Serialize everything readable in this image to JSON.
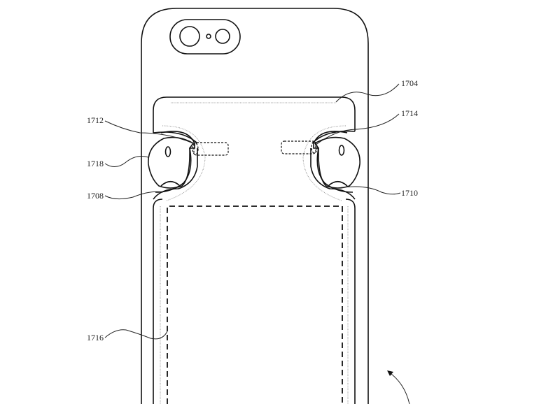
{
  "figure": {
    "description": "Patent drawing of a phone case with earbud pockets",
    "labels": {
      "case_pocket": "1704",
      "left_retention": "1712",
      "right_retention": "1714",
      "left_earbud": "1718",
      "left_cavity": "1708",
      "right_cavity": "1710",
      "device_outline": "1716"
    }
  }
}
